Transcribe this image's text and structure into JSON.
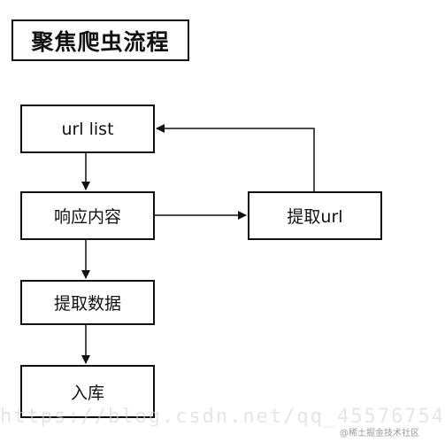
{
  "title": "聚焦爬虫流程",
  "nodes": {
    "url_list": "url list",
    "response": "响应内容",
    "extract_url": "提取url",
    "extract_data": "提取数据",
    "store": "入库"
  },
  "watermark": "https://blog.csdn.net/qq_45576754",
  "credit": "@稀土掘金技术社区",
  "colors": {
    "stroke": "#111111",
    "background": "#ffffff"
  }
}
